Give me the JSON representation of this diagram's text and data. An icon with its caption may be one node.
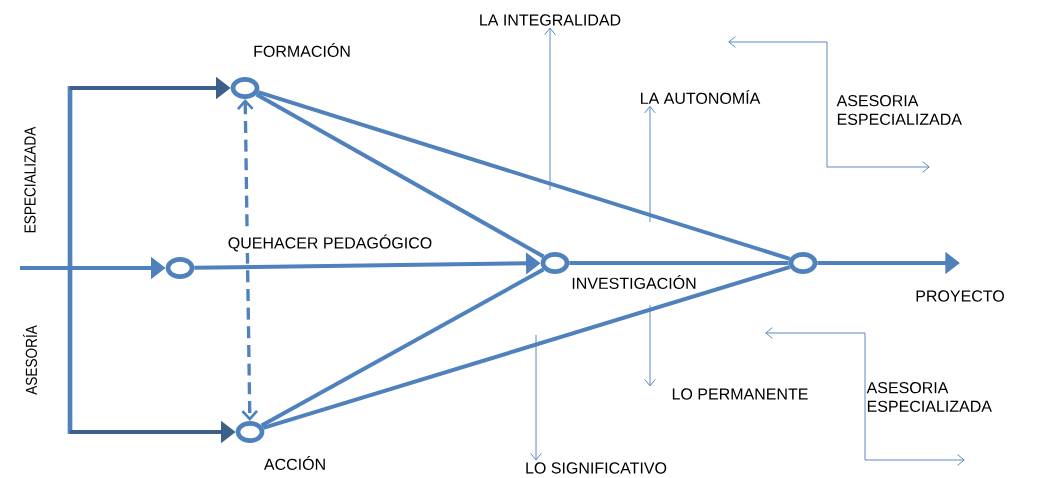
{
  "diagram": {
    "nodes": [
      {
        "text": [
          "FORMACIÓN"
        ]
      },
      {
        "text": [
          "LA INTEGRALIDAD"
        ]
      },
      {
        "text": [
          "LA AUTONOMÍA"
        ]
      },
      {
        "text": [
          "QUEHACER PEDAGÓGICO"
        ]
      },
      {
        "text": [
          "INVESTIGACIÓN"
        ]
      },
      {
        "text": [],
        "shape": "circle"
      },
      {
        "text": [
          "PROYECTO"
        ]
      },
      {
        "text": [
          "LO PERMANENTE"
        ]
      },
      {
        "text": [
          "ACCIÓN"
        ]
      },
      {
        "text": [
          "LO SIGNIFICATIVO"
        ]
      }
    ],
    "edges": [
      {
        "from": null,
        "to": 0,
        "arrow": "to",
        "color": "#3c5f8c"
      },
      {
        "from": null,
        "to": 8,
        "arrow": "to",
        "color": "#3c5f8c"
      },
      {
        "from": null,
        "to": 3,
        "arrow": "to"
      },
      {
        "from": 0,
        "to": 8,
        "arrow": "both",
        "style": "dashed"
      },
      {
        "from": 0,
        "to": 4,
        "arrow": "none"
      },
      {
        "from": 0,
        "to": 5,
        "arrow": "none"
      },
      {
        "from": 3,
        "to": 4,
        "arrow": "to"
      },
      {
        "from": 8,
        "to": 4,
        "arrow": "none"
      },
      {
        "from": 8,
        "to": 5,
        "arrow": "none"
      },
      {
        "from": 4,
        "to": 5,
        "arrow": "none"
      },
      {
        "from": 5,
        "to": 6,
        "arrow": "to"
      },
      {
        "from": null,
        "to": 1,
        "arrow": "to"
      },
      {
        "from": null,
        "to": 2,
        "arrow": "to"
      },
      {
        "from": null,
        "to": 7,
        "arrow": "to"
      },
      {
        "from": null,
        "to": 9,
        "arrow": "to"
      }
    ],
    "labels": [
      "ESPECIALIZADA",
      "ASESORÍA",
      "ASESORIA ESPECIALIZADA",
      "ASESORIA ESPECIALIZADA"
    ]
  }
}
